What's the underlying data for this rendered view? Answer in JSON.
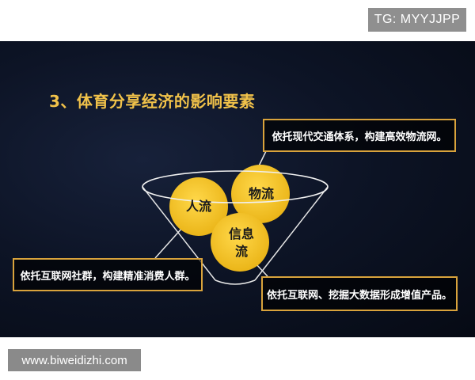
{
  "badge": "TG: MYYJJPP",
  "slide": {
    "title": "3、体育分享经济的影响要素",
    "callouts": {
      "top": "依托现代交通体系，构建高效物流网。",
      "left": "依托互联网社群，构建精准消费人群。",
      "right": "依托互联网、挖掘大数据形成增值产品。"
    },
    "circles": {
      "people": "人流",
      "goods": "物流",
      "info_line1": "信息",
      "info_line2": "流"
    }
  },
  "watermark": "www.biweidizhi.com",
  "colors": {
    "accent_gold": "#f1c24a",
    "circle_fill": "#f4c21c",
    "callout_border": "#d9a33c",
    "slide_bg": "#0d1426"
  }
}
